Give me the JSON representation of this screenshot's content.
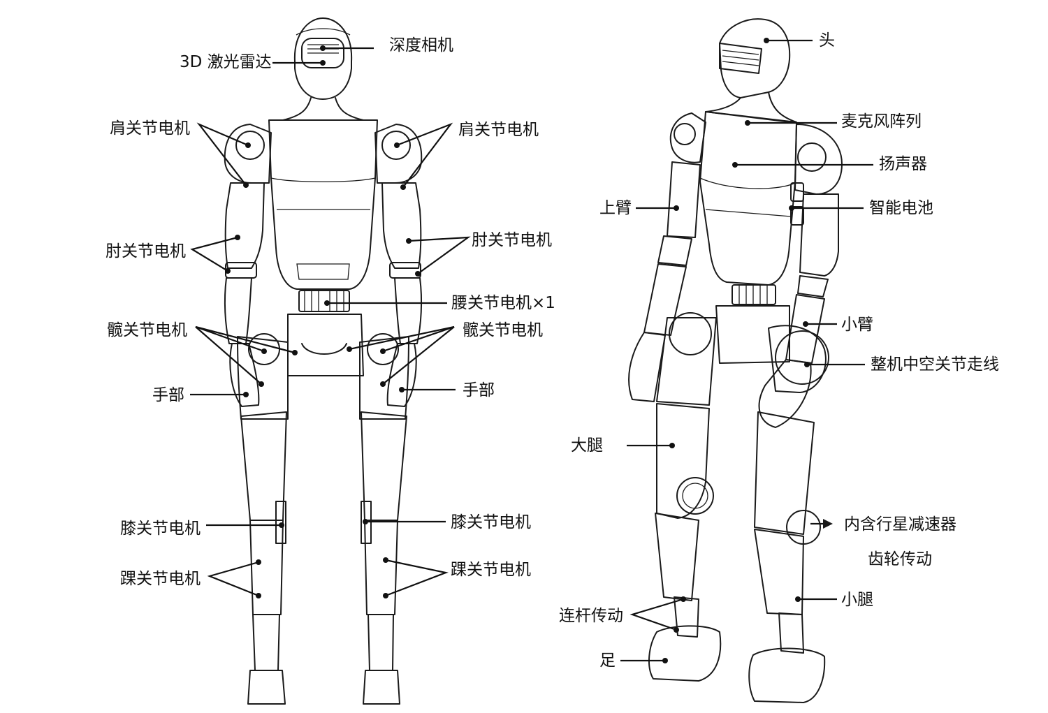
{
  "labels": {
    "depth_camera": "深度相机",
    "lidar": "3D 激光雷达",
    "shoulder_left": "肩关节电机",
    "shoulder_right": "肩关节电机",
    "elbow_left": "肘关节电机",
    "elbow_right": "肘关节电机",
    "waist": "腰关节电机×1",
    "hip_left": "髋关节电机",
    "hip_right": "髋关节电机",
    "hand_left": "手部",
    "hand_right": "手部",
    "knee_left": "膝关节电机",
    "knee_right": "膝关节电机",
    "ankle_left": "踝关节电机",
    "ankle_right": "踝关节电机",
    "head": "头",
    "mic_array": "麦克风阵列",
    "speaker": "扬声器",
    "upper_arm": "上臂",
    "smart_battery": "智能电池",
    "forearm": "小臂",
    "hollow_wiring": "整机中空关节走线",
    "thigh": "大腿",
    "planetary_line1": "内含行星减速器",
    "planetary_line2": "齿轮传动",
    "shank": "小腿",
    "linkage": "连杆传动",
    "foot": "足"
  },
  "colors": {
    "line": "#1a1a1a",
    "background": "#ffffff"
  }
}
